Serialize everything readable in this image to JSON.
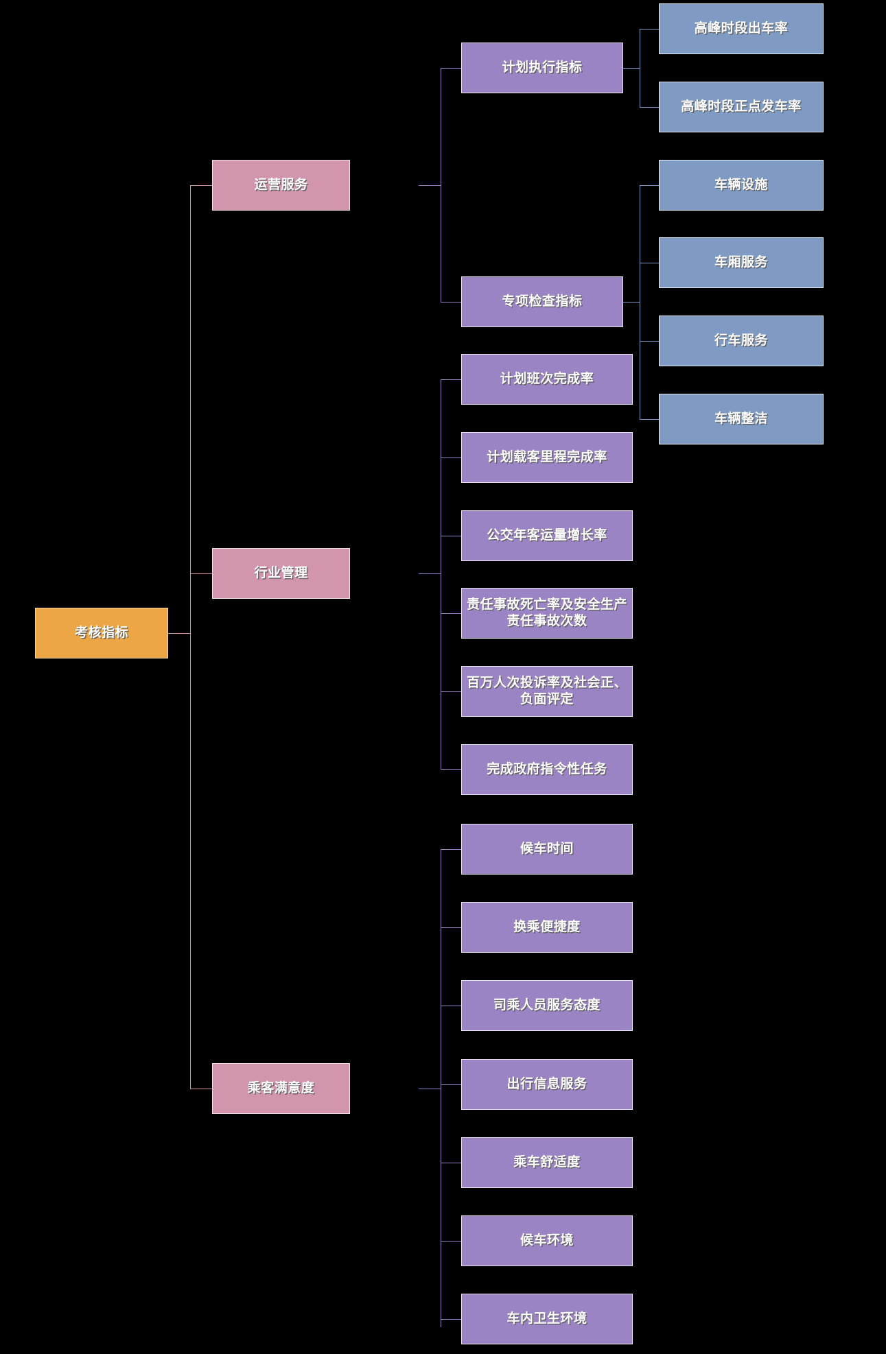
{
  "diagram": {
    "type": "tree",
    "title": "考核指标",
    "root": {
      "label": "考核指标",
      "color": "#eda646",
      "level": 0
    },
    "categories": [
      {
        "label": "运营服务",
        "color": "#d195ae",
        "children": [
          {
            "label": "计划执行指标",
            "color": "#9b84c4",
            "children": [
              {
                "label": "高峰时段出车率",
                "color": "#7f9bc4"
              },
              {
                "label": "高峰时段正点发车率",
                "color": "#7f9bc4"
              }
            ]
          },
          {
            "label": "专项检查指标",
            "color": "#9b84c4",
            "children": [
              {
                "label": "车辆设施",
                "color": "#7f9bc4"
              },
              {
                "label": "车厢服务",
                "color": "#7f9bc4"
              },
              {
                "label": "行车服务",
                "color": "#7f9bc4"
              },
              {
                "label": "车辆整洁",
                "color": "#7f9bc4"
              }
            ]
          }
        ]
      },
      {
        "label": "行业管理",
        "color": "#d195ae",
        "children": [
          {
            "label": "计划班次完成率",
            "color": "#9b84c4"
          },
          {
            "label": "计划载客里程完成率",
            "color": "#9b84c4"
          },
          {
            "label": "公交年客运量增长率",
            "color": "#9b84c4"
          },
          {
            "label": "责任事故死亡率及安全生产责任事故次数",
            "color": "#9b84c4"
          },
          {
            "label": "百万人次投诉率及社会正、负面评定",
            "color": "#9b84c4"
          },
          {
            "label": "完成政府指令性任务",
            "color": "#9b84c4"
          }
        ]
      },
      {
        "label": "乘客满意度",
        "color": "#d195ae",
        "children": [
          {
            "label": "候车时间",
            "color": "#9b84c4"
          },
          {
            "label": "换乘便捷度",
            "color": "#9b84c4"
          },
          {
            "label": "司乘人员服务态度",
            "color": "#9b84c4"
          },
          {
            "label": "出行信息服务",
            "color": "#9b84c4"
          },
          {
            "label": "乘车舒适度",
            "color": "#9b84c4"
          },
          {
            "label": "候车环境",
            "color": "#9b84c4"
          },
          {
            "label": "车内卫生环境",
            "color": "#9b84c4"
          }
        ]
      }
    ]
  },
  "nodes": {
    "root": "考核指标",
    "cat_operation": "运营服务",
    "cat_industry": "行业管理",
    "cat_satisfaction": "乘客满意度",
    "sub_plan_exec": "计划执行指标",
    "sub_special_check": "专项检查指标",
    "leaf_peak_dispatch_rate": "高峰时段出车率",
    "leaf_peak_ontime_rate": "高峰时段正点发车率",
    "leaf_vehicle_facility": "车辆设施",
    "leaf_cabin_service": "车厢服务",
    "leaf_driving_service": "行车服务",
    "leaf_vehicle_clean": "车辆整洁",
    "ind_plan_trips": "计划班次完成率",
    "ind_plan_mileage": "计划载客里程完成率",
    "ind_passenger_growth": "公交年客运量增长率",
    "ind_accident": "责任事故死亡率及安全生产责任事故次数",
    "ind_complaint": "百万人次投诉率及社会正、负面评定",
    "ind_gov_task": "完成政府指令性任务",
    "sat_wait_time": "候车时间",
    "sat_transfer": "换乘便捷度",
    "sat_staff_attitude": "司乘人员服务态度",
    "sat_travel_info": "出行信息服务",
    "sat_ride_comfort": "乘车舒适度",
    "sat_wait_env": "候车环境",
    "sat_cabin_hygiene": "车内卫生环境"
  },
  "colors": {
    "background": "#000000",
    "root": "#eda646",
    "category": "#d195ae",
    "subcategory": "#9b84c4",
    "leaf": "#7f9bc4",
    "node_border": "#f2f2f2",
    "text": "#ffffff"
  }
}
